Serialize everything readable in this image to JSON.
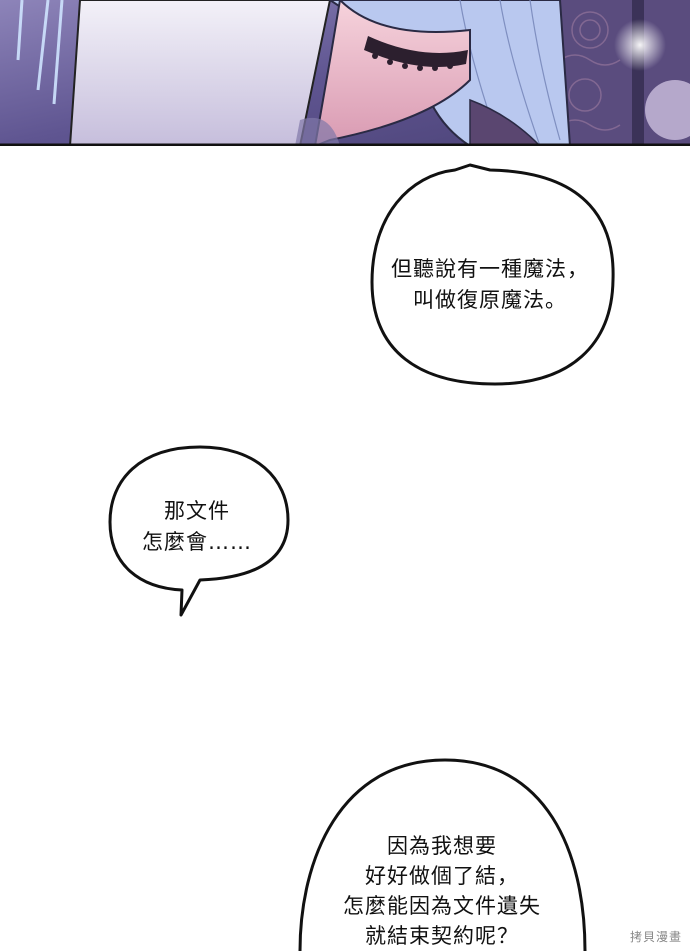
{
  "bubbles": [
    {
      "text": "但聽說有一種魔法，\n叫做復原魔法。"
    },
    {
      "text": "那文件\n怎麼會……"
    },
    {
      "text": "因為我想要\n好好做個了結，\n怎麼能因為文件遺失\n就結束契約呢？"
    }
  ],
  "watermark": "拷貝漫畫",
  "colors": {
    "panel_border": "#111111",
    "hair": "#b9c8ef",
    "skin": "#eab9c9",
    "background_purple": "#6b5c9a"
  }
}
